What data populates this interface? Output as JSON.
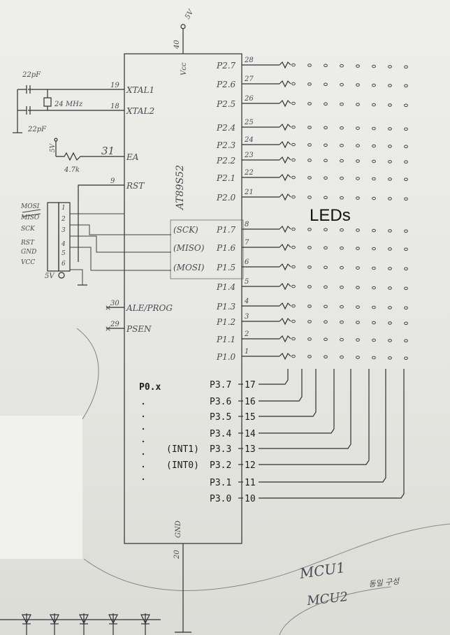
{
  "mcu": {
    "part": "AT89S52",
    "left_pins": [
      {
        "num": "19",
        "name": "XTAL1"
      },
      {
        "num": "18",
        "name": "XTAL2"
      },
      {
        "num": "31",
        "name": "EA"
      },
      {
        "num": "9",
        "name": "RST"
      },
      {
        "num": "30",
        "name": "ALE/PROG"
      },
      {
        "num": "29",
        "name": "PSEN"
      }
    ],
    "top_pin": {
      "num": "40",
      "name": "Vcc",
      "supply": "5V"
    },
    "bottom_pin": {
      "num": "20",
      "name": "GND"
    },
    "port2": [
      {
        "name": "P2.7",
        "num": "28"
      },
      {
        "name": "P2.6",
        "num": "27"
      },
      {
        "name": "P2.5",
        "num": "26"
      },
      {
        "name": "P2.4",
        "num": "25"
      },
      {
        "name": "P2.3",
        "num": "24"
      },
      {
        "name": "P2.2",
        "num": "23"
      },
      {
        "name": "P2.1",
        "num": "22"
      },
      {
        "name": "P2.0",
        "num": "21"
      }
    ],
    "port1": [
      {
        "name": "P1.7",
        "num": "8",
        "isp": "(SCK)"
      },
      {
        "name": "P1.6",
        "num": "7",
        "isp": "(MISO)"
      },
      {
        "name": "P1.5",
        "num": "6",
        "isp": "(MOSI)"
      },
      {
        "name": "P1.4",
        "num": "5"
      },
      {
        "name": "P1.3",
        "num": "4"
      },
      {
        "name": "P1.2",
        "num": "3"
      },
      {
        "name": "P1.1",
        "num": "2"
      },
      {
        "name": "P1.0",
        "num": "1"
      }
    ],
    "port3": [
      {
        "prefix": "",
        "name": "P3.7",
        "num": "17"
      },
      {
        "prefix": "",
        "name": "P3.6",
        "num": "16"
      },
      {
        "prefix": "",
        "name": "P3.5",
        "num": "15"
      },
      {
        "prefix": "",
        "name": "P3.4",
        "num": "14"
      },
      {
        "prefix": "(INT1)",
        "name": "P3.3",
        "num": "13"
      },
      {
        "prefix": "(INT0)",
        "name": "P3.2",
        "num": "12"
      },
      {
        "prefix": "",
        "name": "P3.1",
        "num": "11"
      },
      {
        "prefix": "",
        "name": "P3.0",
        "num": "10"
      }
    ],
    "port0_label": "P0.x"
  },
  "crystal": {
    "cap1": "22pF",
    "cap2": "22pF",
    "freq": "24 MHz"
  },
  "ea_net": {
    "supply": "5V",
    "resistor": "4.7k"
  },
  "isp_header": {
    "signals": [
      "MOSI",
      "MISO",
      "SCK",
      "RST",
      "GND",
      "VCC"
    ],
    "pins": [
      "1",
      "2",
      "3",
      "4",
      "5",
      "6"
    ],
    "supply": "5V"
  },
  "leds_label": "LEDs",
  "notes": {
    "mcu1": "MCU1",
    "mcu2": "MCU2",
    "mcu2_suffix": "동일 구성"
  }
}
